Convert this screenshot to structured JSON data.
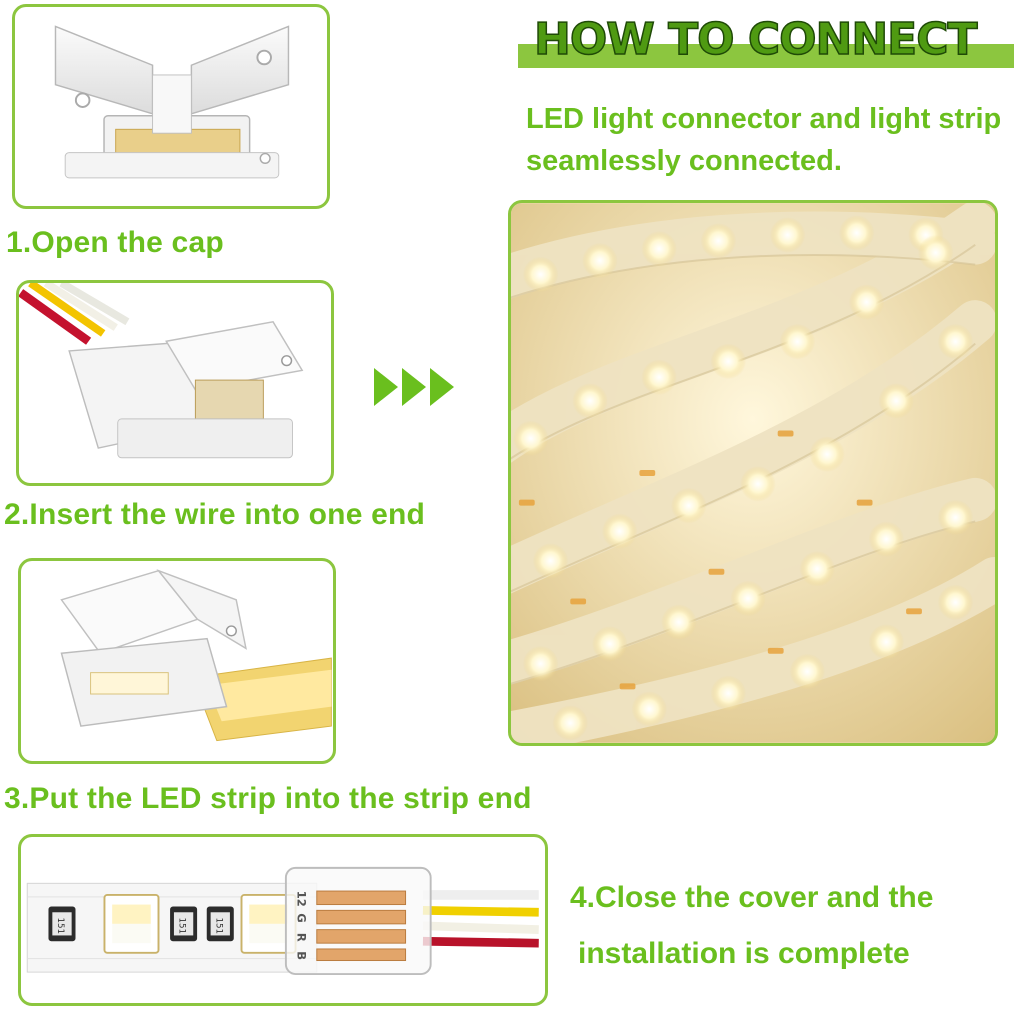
{
  "title": "HOW TO CONNECT",
  "subtitle": {
    "line1": "LED light connector and light strip",
    "line2": "seamlessly connected."
  },
  "steps": [
    {
      "label": "1.Open the cap"
    },
    {
      "label": "2.Insert the wire into one end"
    },
    {
      "label": "3.Put the LED strip into the strip end"
    },
    {
      "line1": "4.Close the cover and the",
      "line2": "installation is complete"
    }
  ],
  "strip_markings": {
    "resistor_code": "151",
    "pin_labels": [
      "12",
      "G",
      "R",
      "B"
    ]
  },
  "icons": [
    "triple-chevron-right-icon"
  ],
  "colors": {
    "accent_green": "#8cc63f",
    "text_green": "#6abf1e",
    "title_green": "#4f9a12",
    "led_warm": "#fff3c8",
    "strip_gold": "#e8c060"
  }
}
